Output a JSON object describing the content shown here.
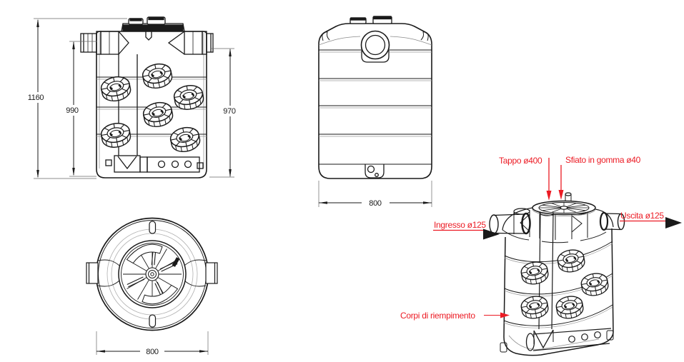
{
  "drawing": {
    "background": "#ffffff",
    "line_color": "#1a1a1a",
    "annotation_color": "#ec1b24",
    "front_view": {
      "dim_total_height": "1160",
      "dim_left_height": "990",
      "dim_right_height": "970"
    },
    "side_view": {
      "dim_width": "800"
    },
    "top_view": {
      "dim_width": "800"
    },
    "iso_view": {
      "label_cap": "Tappo ø400",
      "label_vent": "Sfiato in gomma ø40",
      "label_inlet": "Ingresso ø125",
      "label_outlet": "Uscita ø125",
      "label_media": "Corpi di riempimento"
    }
  }
}
